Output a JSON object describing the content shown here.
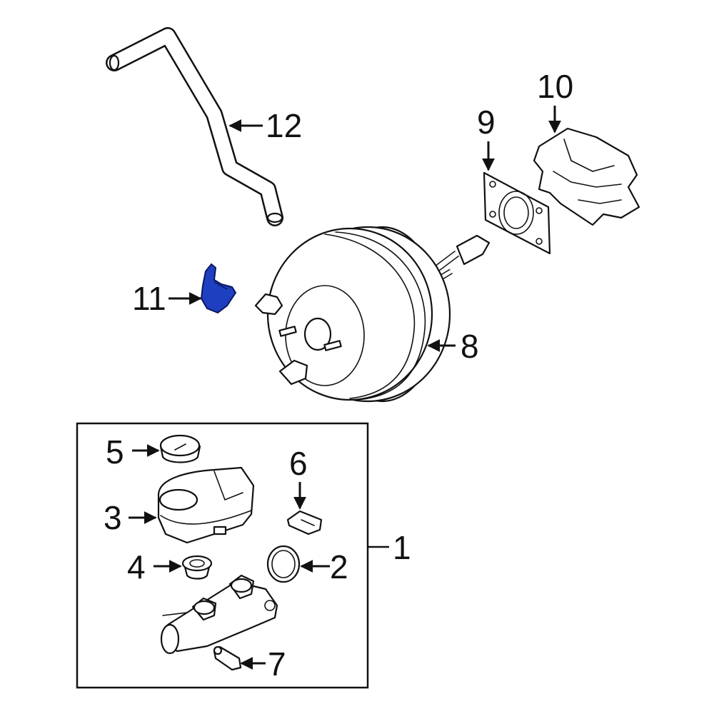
{
  "callouts": {
    "c1": "1",
    "c2": "2",
    "c3": "3",
    "c4": "4",
    "c5": "5",
    "c6": "6",
    "c7": "7",
    "c8": "8",
    "c9": "9",
    "c10": "10",
    "c11": "11",
    "c12": "12"
  },
  "colors": {
    "highlight": "#1e3fbf",
    "line": "#111111"
  }
}
